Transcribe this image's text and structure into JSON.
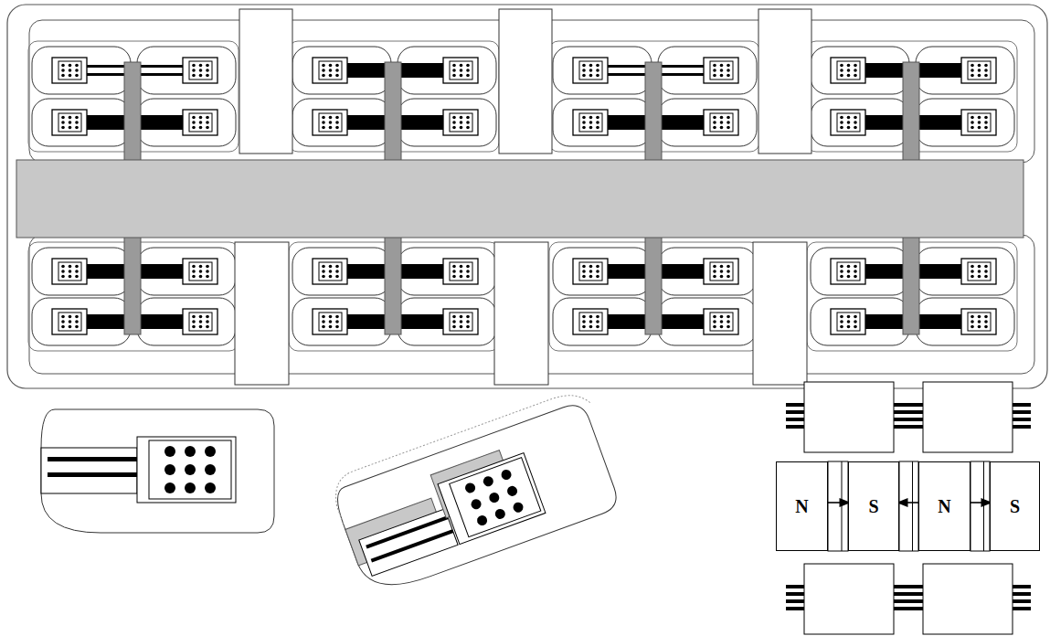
{
  "diagram": {
    "nodes": [
      {
        "text": [
          "N"
        ]
      },
      {
        "text": [
          "S"
        ]
      },
      {
        "text": [
          "N"
        ]
      },
      {
        "text": [
          "S"
        ]
      }
    ],
    "edges": [
      {
        "from": 0,
        "to": 1,
        "arrow": "to"
      },
      {
        "from": 2,
        "to": 1,
        "arrow": "to"
      },
      {
        "from": 2,
        "to": 3,
        "arrow": "to"
      }
    ]
  }
}
